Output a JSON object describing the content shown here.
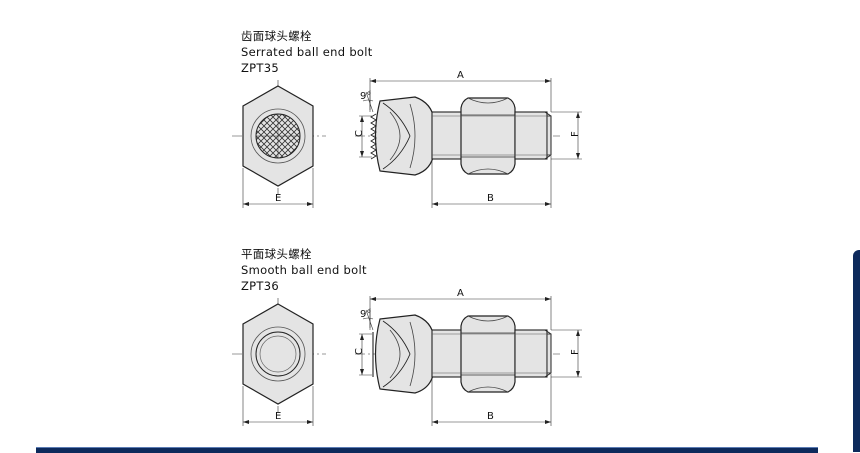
{
  "drawings": [
    {
      "title_cn": "齿面球头螺栓",
      "title_en": "Serrated ball end bolt",
      "model": "ZPT35",
      "face": "serrated",
      "dims": {
        "a": "A",
        "b": "B",
        "c": "C",
        "e": "E",
        "f": "F",
        "angle": "9°"
      }
    },
    {
      "title_cn": "平面球头螺栓",
      "title_en": "Smooth ball end bolt",
      "model": "ZPT36",
      "face": "smooth",
      "dims": {
        "a": "A",
        "b": "B",
        "c": "C",
        "e": "E",
        "f": "F",
        "angle": "9°"
      }
    }
  ],
  "colors": {
    "fill": "#e4e4e4",
    "stroke": "#222222",
    "accent": "#0d2a5c"
  }
}
